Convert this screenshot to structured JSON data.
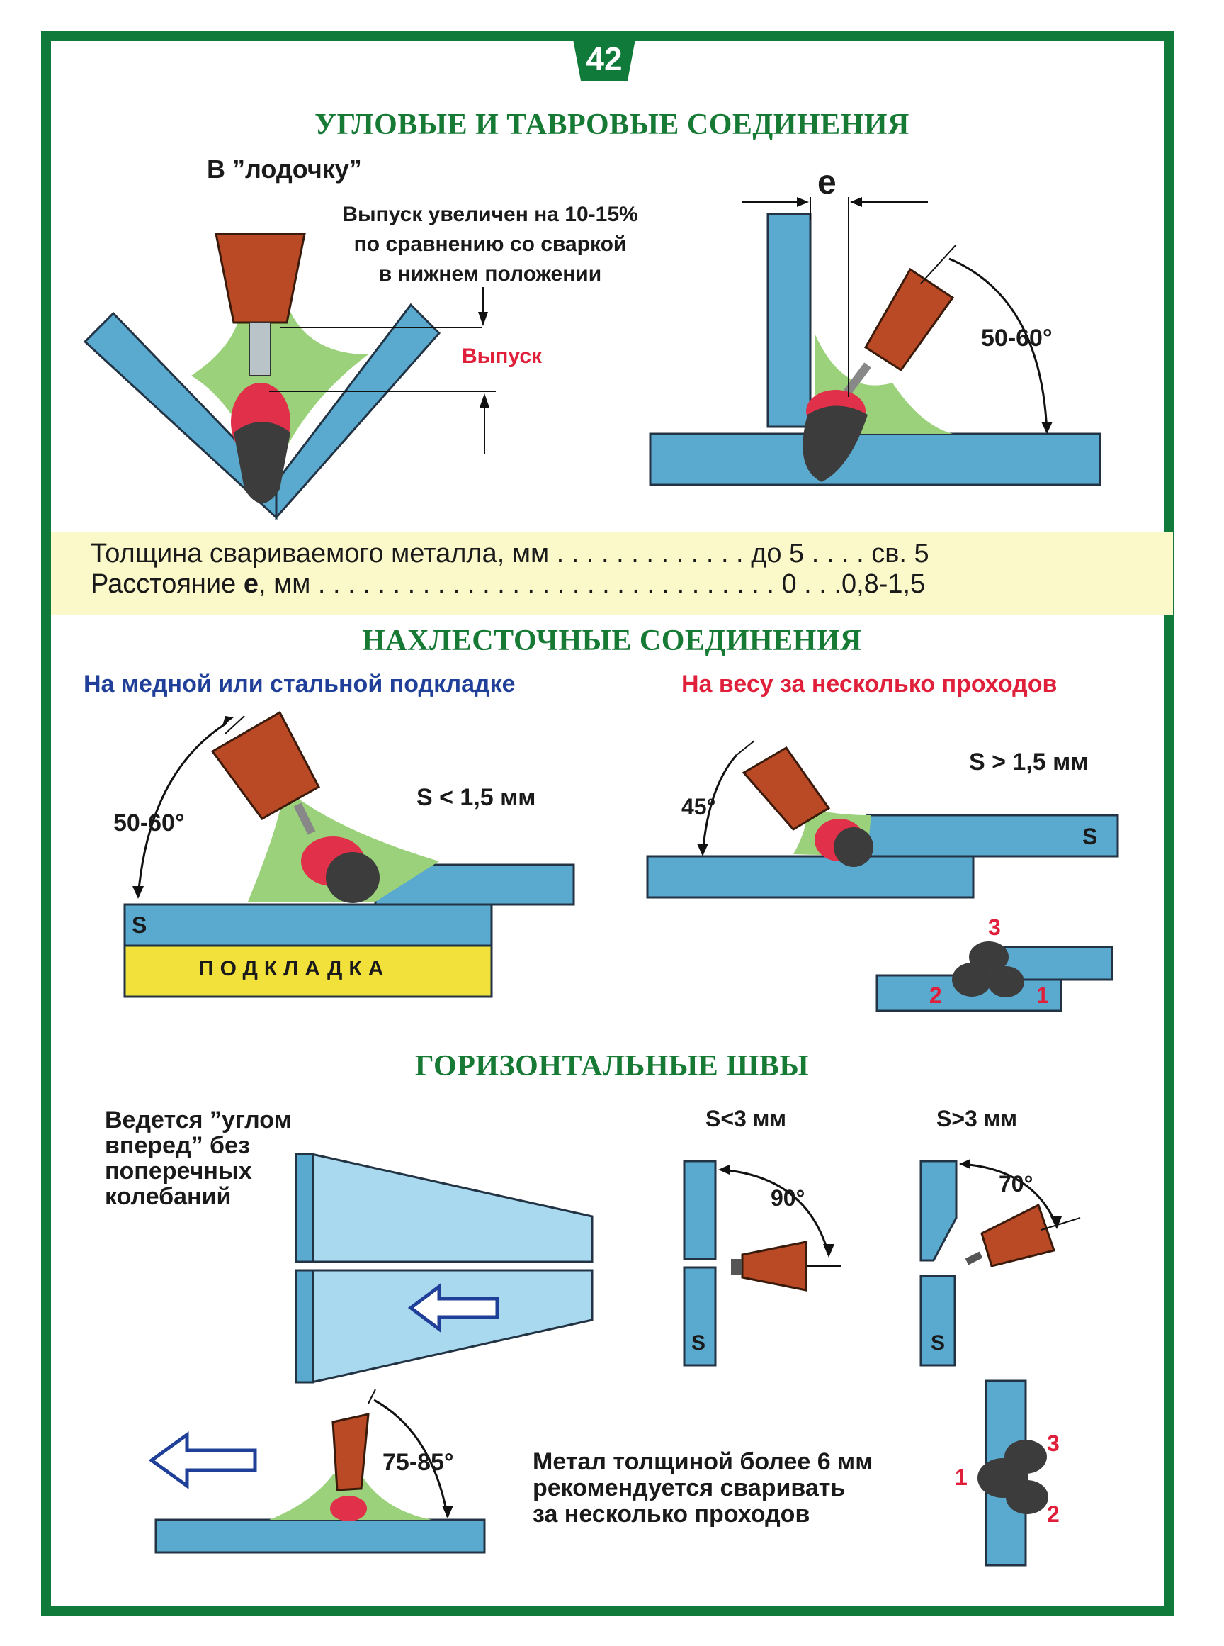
{
  "page_number": "42",
  "sections": {
    "corner": {
      "title": "УГЛОВЫЕ И ТАВРОВЫЕ СОЕДИНЕНИЯ",
      "subtitle": "В ”лодочку”",
      "note_lines": [
        "Выпуск увеличен на 10-15%",
        "по сравнению со сваркой",
        "в нижнем положении"
      ],
      "protrusion_label": "Выпуск",
      "gap_label": "e",
      "angle_label": "50-60°"
    },
    "table": {
      "row1_label": "Толщина свариваемого металла, мм",
      "row1_dots": ". . . . . . . . . . . . .",
      "row1_value": "до 5 . . . . св. 5",
      "row2_label_prefix": "Расстояние ",
      "row2_label_e": "е",
      "row2_label_suffix": ", мм",
      "row2_dots": ". . . . . . . . . . . . . . . . . . . . . . . . . . . . . . .",
      "row2_value": "0 . . .0,8-1,5"
    },
    "lap": {
      "title": "НАХЛЕСТОЧНЫЕ СОЕДИНЕНИЯ",
      "left_caption": "На медной или стальной подкладке",
      "right_caption": "На весу за несколько проходов",
      "left_angle": "50-60°",
      "left_thickness": "S < 1,5 мм",
      "left_plate_label": "S",
      "backing_label": "ПОДКЛАДКА",
      "right_angle": "45°",
      "right_thickness": "S > 1,5 мм",
      "right_plate_label": "S",
      "pass_1": "1",
      "pass_2": "2",
      "pass_3": "3"
    },
    "horizontal": {
      "title": "ГОРИЗОНТАЛЬНЫЕ ШВЫ",
      "method_lines": [
        "Ведется ”углом",
        "вперед” без",
        "поперечных",
        "колебаний"
      ],
      "thin_label": "S<3 мм",
      "thin_angle": "90°",
      "thin_plate_label": "S",
      "thick_label": "S>3 мм",
      "thick_angle": "70°",
      "thick_plate_label": "S",
      "bottom_angle": "75-85°",
      "multi_lines": [
        "Метал толщиной более 6 мм",
        "рекомендуется сваривать",
        "за несколько проходов"
      ],
      "pass_1": "1",
      "pass_2": "2",
      "pass_3": "3"
    }
  },
  "colors": {
    "frame": "#0f7a3a",
    "title_green": "#167a35",
    "plate_blue": "#5aa9cf",
    "torch_red": "#b94a25",
    "weld_green": "#9ad17a",
    "arc_red": "#e0304a",
    "backing_yellow": "#f2e13b",
    "caption_blue": "#1f3f99",
    "caption_red": "#e0203a",
    "band_yellow": "#fbf9c9"
  }
}
